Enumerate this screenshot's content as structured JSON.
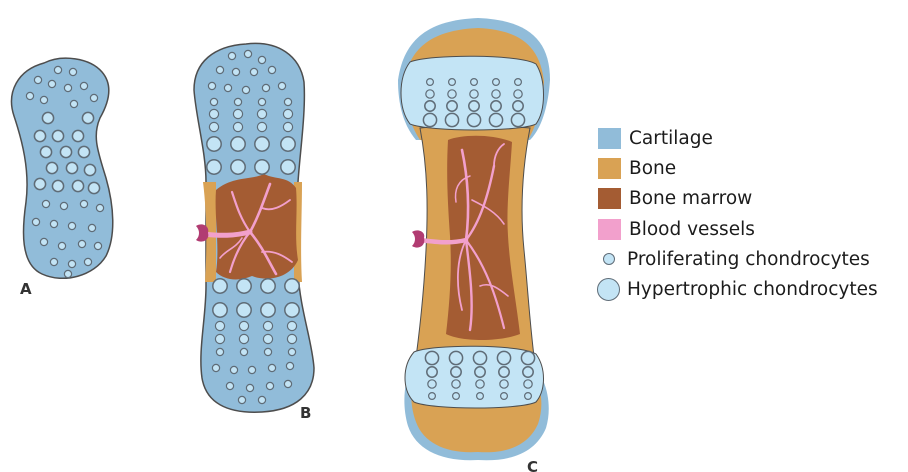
{
  "colors": {
    "cartilage": "#91bcd9",
    "bone": "#d9a254",
    "marrow": "#a45c33",
    "vessels": "#f2a0cc",
    "vessel_root": "#b13c72",
    "chondrocyte_fill": "#c3e4f5",
    "chondrocyte_stroke": "#5f6c77",
    "outline": "#4d4d4d"
  },
  "stages": {
    "a": {
      "label": "A"
    },
    "b": {
      "label": "B"
    },
    "c": {
      "label": "C"
    }
  },
  "legend": {
    "items": [
      {
        "label": "Cartilage",
        "swatch": "square",
        "color_key": "cartilage"
      },
      {
        "label": "Bone",
        "swatch": "square",
        "color_key": "bone"
      },
      {
        "label": "Bone marrow",
        "swatch": "square",
        "color_key": "marrow"
      },
      {
        "label": "Blood vessels",
        "swatch": "square",
        "color_key": "vessels"
      },
      {
        "label": "Proliferating chondrocytes",
        "swatch": "small-circle",
        "color_key": "chondrocyte_fill"
      },
      {
        "label": "Hypertrophic chondrocytes",
        "swatch": "large-circle",
        "color_key": "chondrocyte_fill"
      }
    ]
  }
}
